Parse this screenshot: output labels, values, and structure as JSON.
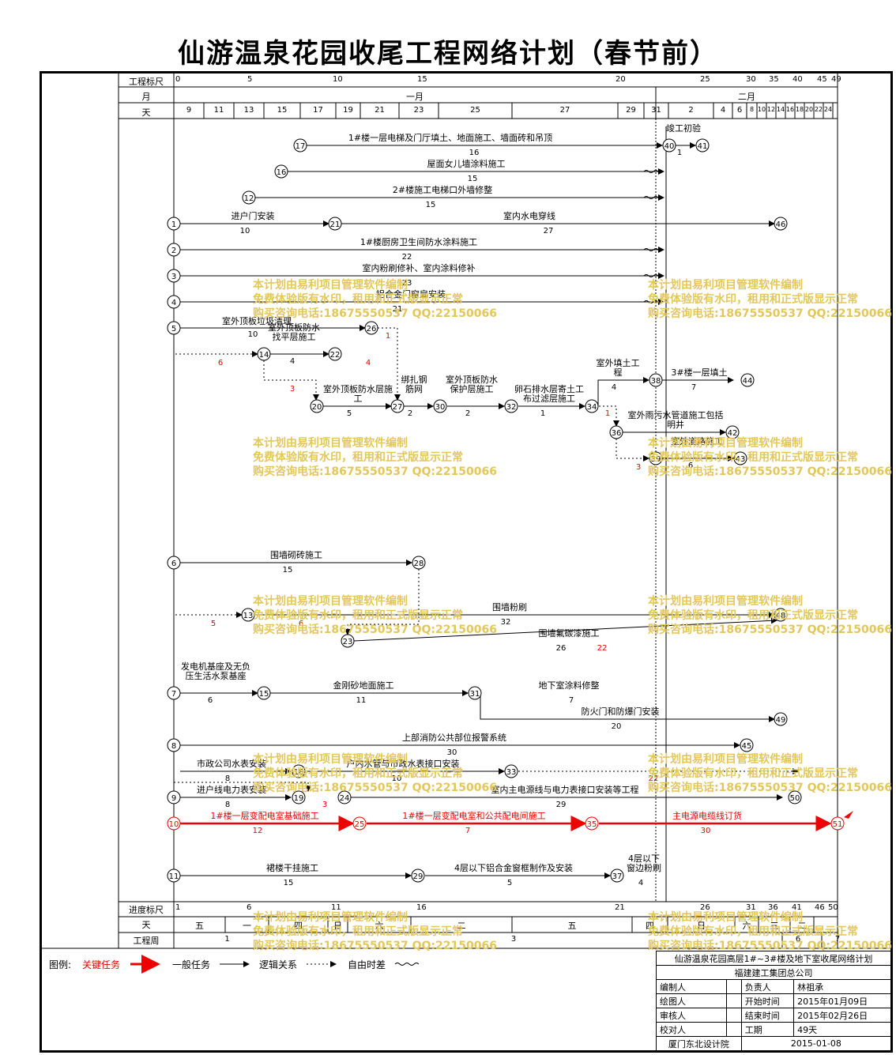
{
  "title": "仙游温泉花园收尾工程网络计划（春节前）",
  "header": {
    "scale_label": "工程标尺",
    "month_label": "月",
    "day_label": "天",
    "months": [
      "一月",
      "二月"
    ],
    "scale_ticks": [
      "0",
      "5",
      "10",
      "15",
      "20",
      "25",
      "30",
      "35",
      "40",
      "45",
      "49"
    ],
    "days": [
      "9",
      "11",
      "13",
      "15",
      "17",
      "19",
      "21",
      "23",
      "25",
      "27",
      "29",
      "31",
      "2",
      "4",
      "6",
      "8",
      "10",
      "12",
      "14",
      "16",
      "18",
      "20",
      "22",
      "24"
    ]
  },
  "footer": {
    "progress_label": "进度标尺",
    "day_label": "天",
    "week_label": "工程周",
    "progress_ticks": [
      "1",
      "6",
      "11",
      "16",
      "21",
      "26",
      "31",
      "36",
      "41",
      "46",
      "50"
    ],
    "weekdays": [
      "五",
      "一",
      "四",
      "日",
      "六",
      "二",
      "五",
      "四",
      "日",
      "六",
      "三",
      "二"
    ],
    "weeks": [
      "1",
      "3",
      "6",
      "7"
    ]
  },
  "legend": {
    "label": "图例:",
    "critical": "关键任务",
    "normal": "一般任务",
    "logic": "逻辑关系",
    "float": "自由时差"
  },
  "info": {
    "project": "仙游温泉花园高层1#~3#楼及地下室收尾网络计划",
    "company": "福建建工集团总公司",
    "prepared_by_label": "编制人",
    "drawn_by_label": "绘图人",
    "reviewed_by_label": "审核人",
    "checked_by_label": "校对人",
    "owner_label": "负责人",
    "owner": "林祖承",
    "start_label": "开始时间",
    "start": "2015年01月09日",
    "end_label": "结束时间",
    "end": "2015年02月26日",
    "duration_label": "工期",
    "duration": "49天",
    "institute": "厦门东北设计院",
    "date": "2015-01-08"
  },
  "watermark": {
    "line1": "本计划由易利项目管理软件编制",
    "line2": "免费体验版有水印，租用和正式版显示正常",
    "line3": "购买咨询电话:18675537 QQ:22150066"
  },
  "tasks": [
    {
      "name": "1#楼一层电梯及门厅填土、地面施工、墙面砖和吊顶",
      "dur": "16"
    },
    {
      "name": "屋面女儿墙涂料施工",
      "dur": "15"
    },
    {
      "name": "2#楼施工电梯口外墙修整",
      "dur": "15"
    },
    {
      "name": "进户门安装",
      "dur": "10"
    },
    {
      "name": "室内水电穿线",
      "dur": "27"
    },
    {
      "name": "1#楼厨房卫生间防水涂料施工",
      "dur": "22"
    },
    {
      "name": "室内粉刷修补、室内涂料修补",
      "dur": "23"
    },
    {
      "name": "铝合金门窗扇安装",
      "dur": "21"
    },
    {
      "name": "室外顶板垃圾清理",
      "dur": "10"
    },
    {
      "name": "室外顶板防水找平层施工",
      "dur": "4"
    },
    {
      "name": "室外顶板防水层施工",
      "dur": "5"
    },
    {
      "name": "绑扎钢筋网",
      "dur": "2"
    },
    {
      "name": "室外顶板防水保护层施工",
      "dur": "2"
    },
    {
      "name": "卵石排水层寄土工布过滤层施工",
      "dur": "1"
    },
    {
      "name": "室外填土工程",
      "dur": "4"
    },
    {
      "name": "3#楼一层填土",
      "dur": "7"
    },
    {
      "name": "室外雨污水管道施工包括明井",
      "dur": ""
    },
    {
      "name": "室外道路施工",
      "dur": "6"
    },
    {
      "name": "竣工初验",
      "dur": "1"
    },
    {
      "name": "围墙砌砖施工",
      "dur": "15"
    },
    {
      "name": "围墙粉刷",
      "dur": "32"
    },
    {
      "name": "围墙氟碳漆施工",
      "dur": "26"
    },
    {
      "name": "发电机基座及无负压生活水泵基座",
      "dur": "6"
    },
    {
      "name": "金刚砂地面施工",
      "dur": "11"
    },
    {
      "name": "地下室涂料修整",
      "dur": "7"
    },
    {
      "name": "防火门和防爆门安装",
      "dur": "20"
    },
    {
      "name": "上部消防公共部位报警系统",
      "dur": "30"
    },
    {
      "name": "市政公司水表安装",
      "dur": "8"
    },
    {
      "name": "户内水管与市政水表接口安装",
      "dur": "10"
    },
    {
      "name": "进户线电力表安装",
      "dur": "8"
    },
    {
      "name": "室内主电源线与电力表接口安装等工程",
      "dur": "29"
    },
    {
      "name": "1#楼一层变配电室基础施工",
      "dur": "12"
    },
    {
      "name": "1#楼一层变配电室和公共配电间施工",
      "dur": "7"
    },
    {
      "name": "主电源电缆线订货",
      "dur": "30"
    },
    {
      "name": "裙楼干挂施工",
      "dur": "15"
    },
    {
      "name": "4层以下铝合金窗框制作及安装",
      "dur": "5"
    },
    {
      "name": "4层以下窗边粉刷",
      "dur": "4"
    }
  ],
  "floats": [
    "1",
    "6",
    "4",
    "3",
    "1",
    "3",
    "6",
    "5",
    "22",
    "22",
    "3"
  ]
}
